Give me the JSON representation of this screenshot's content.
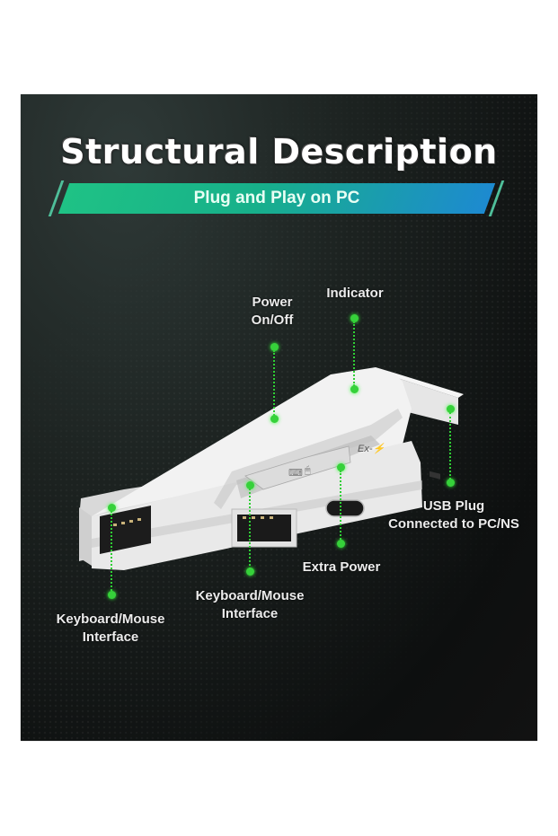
{
  "header": {
    "title": "Structural Description",
    "subtitle": "Plug and Play on PC"
  },
  "callouts": [
    {
      "id": "power",
      "lines": [
        "Power",
        "On/Off"
      ]
    },
    {
      "id": "indicator",
      "lines": [
        "Indicator"
      ]
    },
    {
      "id": "usb_plug",
      "lines": [
        "USB Plug",
        "Connected to PC/NS"
      ]
    },
    {
      "id": "extra_power",
      "lines": [
        "Extra Power"
      ]
    },
    {
      "id": "km_interface_center",
      "lines": [
        "Keyboard/Mouse",
        "Interface"
      ]
    },
    {
      "id": "km_interface_left",
      "lines": [
        "Keyboard/Mouse",
        "Interface"
      ]
    }
  ],
  "device": {
    "port_marking": "Ex-⚡",
    "icons": [
      "keyboard-icon",
      "mouse-icon"
    ]
  },
  "colors": {
    "accent_green": "#36d13a",
    "banner_start": "#1fc285",
    "banner_end": "#1d8ad0",
    "background": "#141817"
  }
}
